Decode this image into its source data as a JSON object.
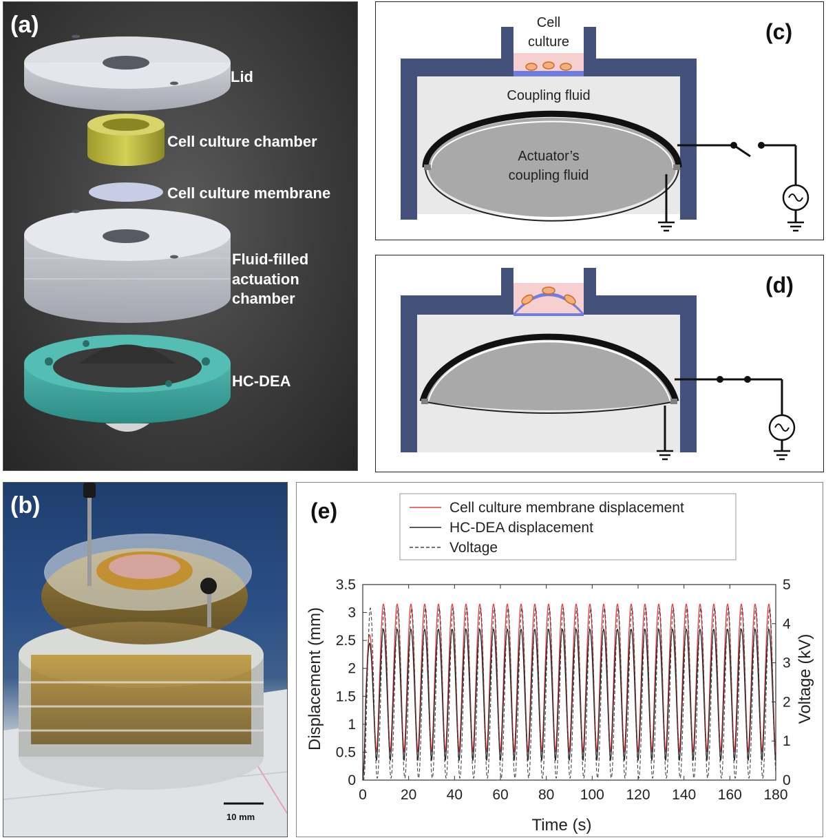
{
  "panel_a": {
    "label": "(a)",
    "components": [
      "Lid",
      "Cell culture chamber",
      "Cell culture membrane",
      "Fluid-filled",
      "actuation",
      "chamber",
      "HC-DEA"
    ]
  },
  "panel_b": {
    "label": "(b)",
    "scale_bar": "10 mm"
  },
  "panel_c": {
    "label": "(c)",
    "cell_culture_1": "Cell",
    "cell_culture_2": "culture",
    "coupling_fluid": "Coupling fluid",
    "actuator_fluid_1": "Actuator’s",
    "actuator_fluid_2": "coupling fluid"
  },
  "panel_d": {
    "label": "(d)"
  },
  "colors": {
    "frame_blue": "#44517a",
    "membrane_blue": "#6f7de0",
    "cell_orange": "#e07d2a",
    "culture_pink": "#f6cfd0",
    "fluid_gray": "#e9e9e9",
    "actuator_gray": "#a9a9a9",
    "red_series": "#e83c3c",
    "black_series": "#222222"
  },
  "chart_data": {
    "label": "(e)",
    "type": "line",
    "xlabel": "Time (s)",
    "ylabel": "Displacement (mm)",
    "y2label": "Voltage (kV)",
    "xlim": [
      0,
      180
    ],
    "ylim": [
      0,
      3.5
    ],
    "y2lim": [
      0,
      5
    ],
    "xticks": [
      "0",
      "20",
      "40",
      "60",
      "80",
      "100",
      "120",
      "140",
      "160",
      "180"
    ],
    "yticks": [
      "0",
      "0.5",
      "1",
      "1.5",
      "2",
      "2.5",
      "3",
      "3.5"
    ],
    "y2ticks": [
      "0",
      "1",
      "2",
      "3",
      "4",
      "5"
    ],
    "legend_position": "top",
    "period_s": 6.0,
    "series": [
      {
        "name": "Cell culture membrane displacement",
        "axis": "left",
        "style": "solid",
        "color": "#e83c3c",
        "min": 0.5,
        "max": 3.15,
        "first_peak": 2.6
      },
      {
        "name": "HC-DEA displacement",
        "axis": "left",
        "style": "solid",
        "color": "#222222",
        "min": 0.35,
        "max": 2.7,
        "first_peak": 2.45
      },
      {
        "name": "Voltage",
        "axis": "right",
        "style": "dashed",
        "color": "#444444",
        "min": 0.05,
        "max": 4.4,
        "first_peak": 4.4
      }
    ]
  }
}
